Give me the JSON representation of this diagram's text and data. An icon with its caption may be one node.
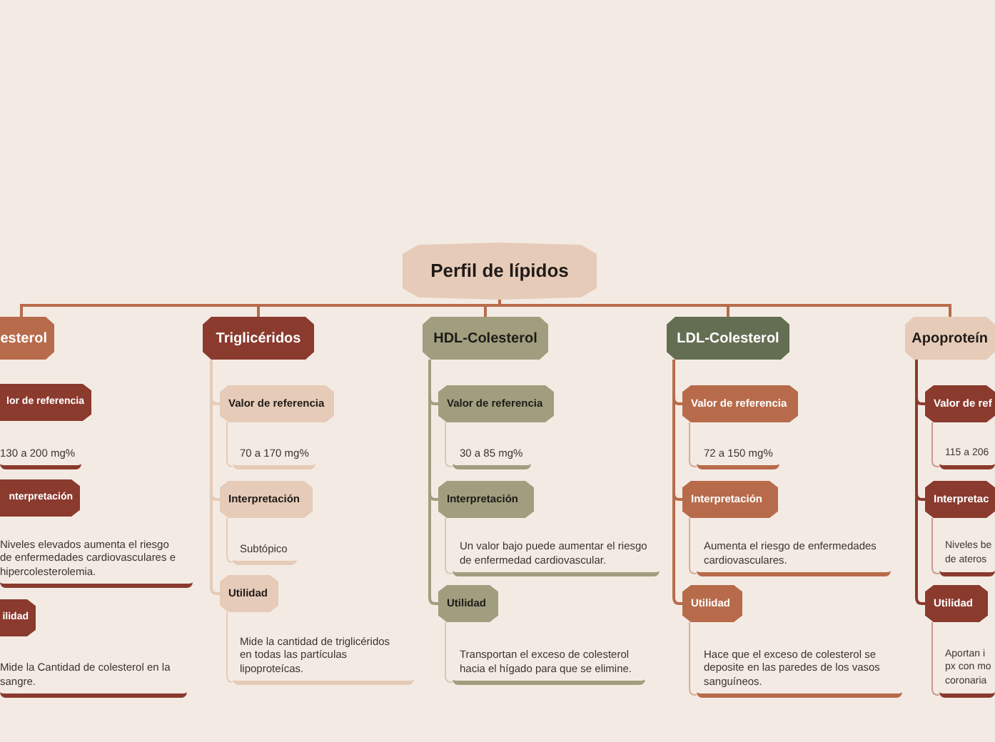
{
  "diagram": {
    "nodes": [
      {
        "text": [
          "Perfil de lípidos"
        ]
      },
      {
        "text": [
          "esterol"
        ]
      },
      {
        "text": [
          "lor de referencia"
        ]
      },
      {
        "text": [
          "130 a 200 mg%"
        ]
      },
      {
        "text": [
          "nterpretación"
        ]
      },
      {
        "text": [
          "Niveles elevados aumenta el riesgo de enfermedades cardiovasculares e hipercolesterolemia."
        ]
      },
      {
        "text": [
          "ilidad"
        ]
      },
      {
        "text": [
          "Mide la Cantidad de colesterol en la sangre."
        ]
      },
      {
        "text": [
          "Triglicéridos"
        ]
      },
      {
        "text": [
          "Valor de referencia"
        ]
      },
      {
        "text": [
          "70 a 170 mg%"
        ]
      },
      {
        "text": [
          "Interpretación"
        ]
      },
      {
        "text": [
          "Subtópico"
        ]
      },
      {
        "text": [
          "Utilidad"
        ]
      },
      {
        "text": [
          "Mide la cantidad de triglicéridos en todas las partículas lipoproteícas."
        ]
      },
      {
        "text": [
          "HDL-Colesterol"
        ]
      },
      {
        "text": [
          "Valor de referencia"
        ]
      },
      {
        "text": [
          "30 a 85 mg%"
        ]
      },
      {
        "text": [
          "Interpretación"
        ]
      },
      {
        "text": [
          "Un valor bajo puede aumentar el riesgo de enfermedad cardiovascular."
        ]
      },
      {
        "text": [
          "Utilidad"
        ]
      },
      {
        "text": [
          "Transportan el exceso de colesterol hacia el hígado para que se elimine."
        ]
      },
      {
        "text": [
          "LDL-Colesterol"
        ]
      },
      {
        "text": [
          "Valor de referencia"
        ]
      },
      {
        "text": [
          "72 a 150 mg%"
        ]
      },
      {
        "text": [
          "Interpretación"
        ]
      },
      {
        "text": [
          "Aumenta el riesgo de enfermedades cardiovasculares."
        ]
      },
      {
        "text": [
          "Utilidad"
        ]
      },
      {
        "text": [
          "Hace que el exceso de colesterol se deposite en las paredes de los vasos sanguíneos."
        ]
      },
      {
        "text": [
          "Apoproteín"
        ]
      },
      {
        "text": [
          "Valor de ref"
        ]
      },
      {
        "text": [
          "115 a 206"
        ]
      },
      {
        "text": [
          "Interpretac"
        ]
      },
      {
        "text": [
          "Niveles be de ateros"
        ]
      },
      {
        "text": [
          "Utilidad"
        ]
      },
      {
        "text": [
          "Aportan i px con mo coronaria"
        ]
      }
    ],
    "edges": [
      {
        "from": 0,
        "to": 1,
        "arrow": "none",
        "color": "#b86b4b"
      },
      {
        "from": 0,
        "to": 8,
        "arrow": "none",
        "color": "#b86b4b"
      },
      {
        "from": 0,
        "to": 15,
        "arrow": "none",
        "color": "#b86b4b"
      },
      {
        "from": 0,
        "to": 22,
        "arrow": "none",
        "color": "#b86b4b"
      },
      {
        "from": 0,
        "to": 29,
        "arrow": "none",
        "color": "#b86b4b"
      },
      {
        "from": 8,
        "to": 9,
        "arrow": "none",
        "color": "#e6cbb8"
      },
      {
        "from": 9,
        "to": 10,
        "arrow": "none",
        "color": "#e6cbb8"
      },
      {
        "from": 8,
        "to": 11,
        "arrow": "none",
        "color": "#e6cbb8"
      },
      {
        "from": 11,
        "to": 12,
        "arrow": "none",
        "color": "#e6cbb8"
      },
      {
        "from": 8,
        "to": 13,
        "arrow": "none",
        "color": "#e6cbb8"
      },
      {
        "from": 13,
        "to": 14,
        "arrow": "none",
        "color": "#e6cbb8"
      },
      {
        "from": 15,
        "to": 16,
        "arrow": "none",
        "color": "#a09e7e"
      },
      {
        "from": 16,
        "to": 17,
        "arrow": "none",
        "color": "#cfcdb8"
      },
      {
        "from": 15,
        "to": 18,
        "arrow": "none",
        "color": "#a09e7e"
      },
      {
        "from": 18,
        "to": 19,
        "arrow": "none",
        "color": "#cfcdb8"
      },
      {
        "from": 15,
        "to": 20,
        "arrow": "none",
        "color": "#a09e7e"
      },
      {
        "from": 20,
        "to": 21,
        "arrow": "none",
        "color": "#cfcdb8"
      },
      {
        "from": 22,
        "to": 23,
        "arrow": "none",
        "color": "#b86b4b"
      },
      {
        "from": 23,
        "to": 24,
        "arrow": "none",
        "color": "#dcaa92"
      },
      {
        "from": 22,
        "to": 25,
        "arrow": "none",
        "color": "#b86b4b"
      },
      {
        "from": 25,
        "to": 26,
        "arrow": "none",
        "color": "#dcaa92"
      },
      {
        "from": 22,
        "to": 27,
        "arrow": "none",
        "color": "#b86b4b"
      },
      {
        "from": 27,
        "to": 28,
        "arrow": "none",
        "color": "#dcaa92"
      },
      {
        "from": 29,
        "to": 30,
        "arrow": "none",
        "color": "#8b3a2e"
      },
      {
        "from": 30,
        "to": 31,
        "arrow": "none",
        "color": "#c99a8e"
      },
      {
        "from": 29,
        "to": 32,
        "arrow": "none",
        "color": "#8b3a2e"
      },
      {
        "from": 32,
        "to": 33,
        "arrow": "none",
        "color": "#c99a8e"
      },
      {
        "from": 29,
        "to": 34,
        "arrow": "none",
        "color": "#8b3a2e"
      },
      {
        "from": 34,
        "to": 35,
        "arrow": "none",
        "color": "#c99a8e"
      }
    ]
  }
}
